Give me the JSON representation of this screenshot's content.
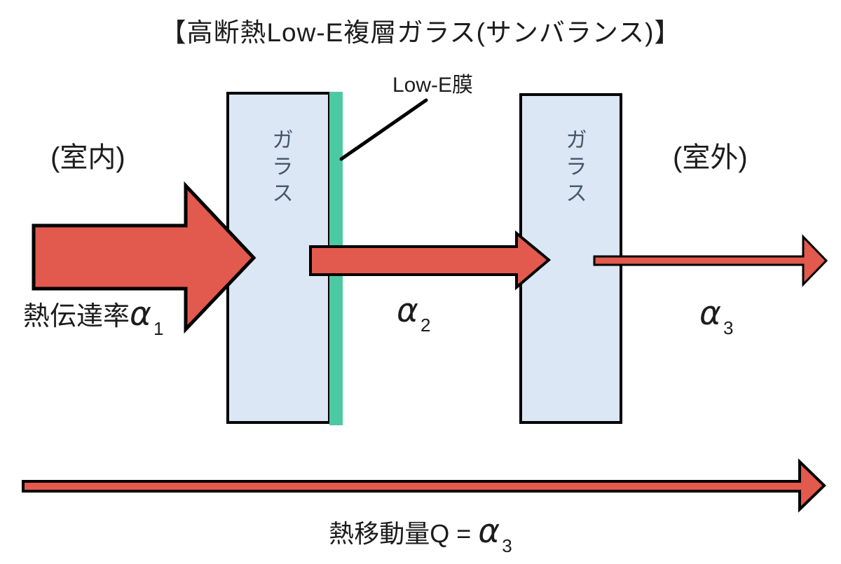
{
  "title": "【高断熱Low-E複層ガラス(サンバランス)】",
  "annotation": {
    "low_e_film": "Low-E膜"
  },
  "sides": {
    "indoor": "(室内)",
    "outdoor": "(室外)"
  },
  "glass": {
    "left_label": "ガラス",
    "right_label": "ガラス"
  },
  "coefficients": {
    "alpha1": {
      "prefix": "熱伝達率",
      "symbol": "α",
      "subscript": "1"
    },
    "alpha2": {
      "symbol": "α",
      "subscript": "2"
    },
    "alpha3": {
      "symbol": "α",
      "subscript": "3"
    },
    "total": {
      "prefix": "熱移動量Q =  ",
      "symbol": "α",
      "subscript": "3"
    }
  },
  "colors": {
    "arrow_red": "#e25a4d",
    "low_e_green": "#4cc9a3",
    "glass_fill": "#dbe7f4",
    "outline_black": "#000000",
    "glass_text": "#46566b",
    "text_black": "#1c1c1c"
  }
}
